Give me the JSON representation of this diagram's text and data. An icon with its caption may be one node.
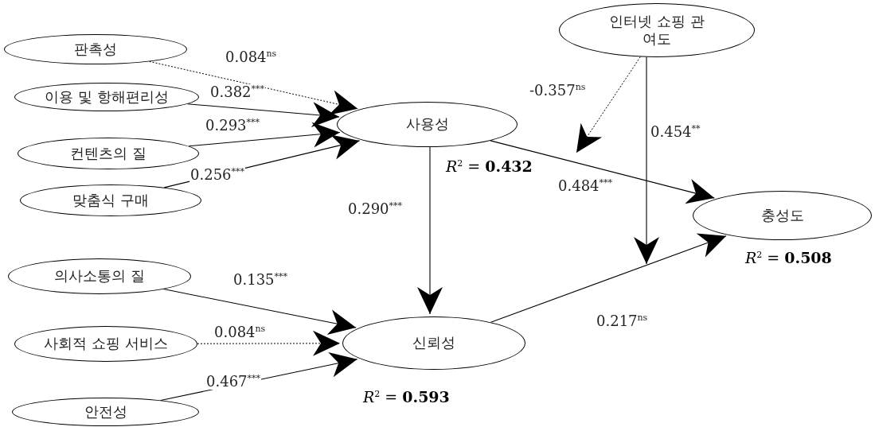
{
  "diagram": {
    "nodes": [
      {
        "text": [
          "판촉성"
        ]
      },
      {
        "text": [
          "이용 및 항해편리성"
        ]
      },
      {
        "text": [
          "컨텐츠의 질"
        ]
      },
      {
        "text": [
          "맞춤식 구매"
        ]
      },
      {
        "text": [
          "사용성"
        ],
        "beside": [
          "*R*$^{2}$ = **0.432**"
        ]
      },
      {
        "text": [
          "인터넷 쇼핑 관여도"
        ]
      },
      {
        "text": [
          "충성도"
        ],
        "beside": [
          "*R*$^{2}$ = **0.508**"
        ]
      },
      {
        "text": [
          "의사소통의 질"
        ]
      },
      {
        "text": [
          "사회적 쇼핑 서비스"
        ]
      },
      {
        "text": [
          "신뢰성"
        ],
        "beside": [
          "*R*$^{2}$ = **0.593**"
        ]
      },
      {
        "text": [
          "안전성"
        ]
      }
    ],
    "edges": [
      {
        "from": 0,
        "to": 4,
        "arrow": "to",
        "label": "0.084$^{ns}$",
        "style": "dashed"
      },
      {
        "from": 1,
        "to": 4,
        "arrow": "to",
        "label": "0.382$^{***}$"
      },
      {
        "from": 2,
        "to": 4,
        "arrow": "to",
        "label": "0.293$^{***}$"
      },
      {
        "from": 3,
        "to": 4,
        "arrow": "to",
        "label": "0.256$^{***}$"
      },
      {
        "from": 4,
        "to": 6,
        "arrow": "to",
        "label": "0.484$^{***}$"
      },
      {
        "from": 5,
        "to": null,
        "arrow": "to",
        "label": "-0.357$^{ns}$",
        "style": "dashed"
      },
      {
        "from": 5,
        "to": null,
        "arrow": "to",
        "label": "0.454$^{**}$"
      },
      {
        "from": 4,
        "to": 9,
        "arrow": "to",
        "label": "0.290$^{***}$"
      },
      {
        "from": 7,
        "to": 9,
        "arrow": "to",
        "label": "0.135$^{***}$"
      },
      {
        "from": 8,
        "to": 9,
        "arrow": "to",
        "label": "0.084$^{ns}$",
        "style": "dashed"
      },
      {
        "from": 10,
        "to": 9,
        "arrow": "to",
        "label": "0.467$^{***}$"
      },
      {
        "from": 9,
        "to": 6,
        "arrow": "to",
        "label": "0.217$^{ns}$"
      }
    ]
  }
}
